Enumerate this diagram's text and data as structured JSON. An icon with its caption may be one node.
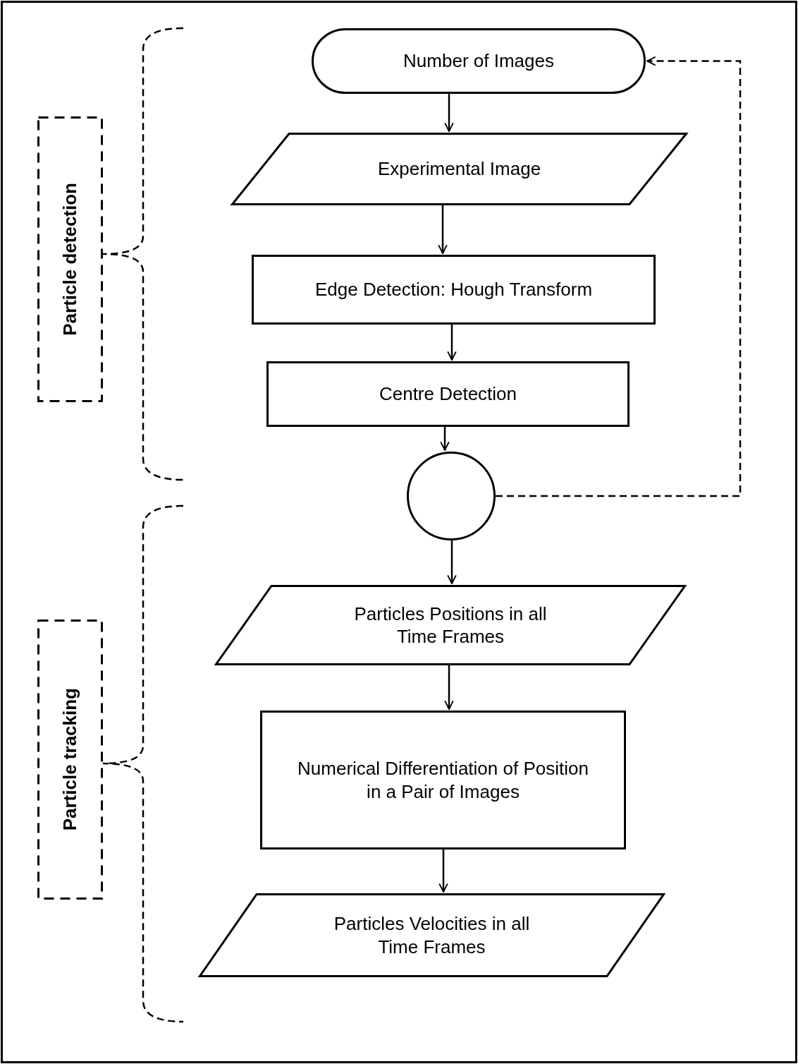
{
  "diagram": {
    "nodes": [
      {
        "text": [
          "Number of Images"
        ]
      },
      {
        "text": [
          "Experimental Image"
        ]
      },
      {
        "text": [
          "Edge Detection: Hough Transform"
        ]
      },
      {
        "text": [
          "Centre Detection"
        ]
      },
      {
        "text": [],
        "shape": "circle"
      },
      {
        "text": [
          "Particles Positions in all Time Frames"
        ]
      },
      {
        "text": [
          "Numerical Differentiation of Position in a Pair of Images"
        ]
      },
      {
        "text": [
          "Particles Velocities in all Time Frames"
        ]
      },
      {
        "text": [
          "Particle detection"
        ]
      },
      {
        "text": [
          "Particle tracking"
        ]
      }
    ],
    "edges": [
      {
        "from": 0,
        "to": 1,
        "arrow": "to"
      },
      {
        "from": 1,
        "to": 2,
        "arrow": "to"
      },
      {
        "from": 2,
        "to": 3,
        "arrow": "to"
      },
      {
        "from": 3,
        "to": 4,
        "arrow": "to"
      },
      {
        "from": 4,
        "to": 5,
        "arrow": "to"
      },
      {
        "from": 5,
        "to": 6,
        "arrow": "to"
      },
      {
        "from": 6,
        "to": 7,
        "arrow": "to"
      },
      {
        "from": 4,
        "to": 0,
        "arrow": "to",
        "style": "dashed"
      }
    ]
  }
}
